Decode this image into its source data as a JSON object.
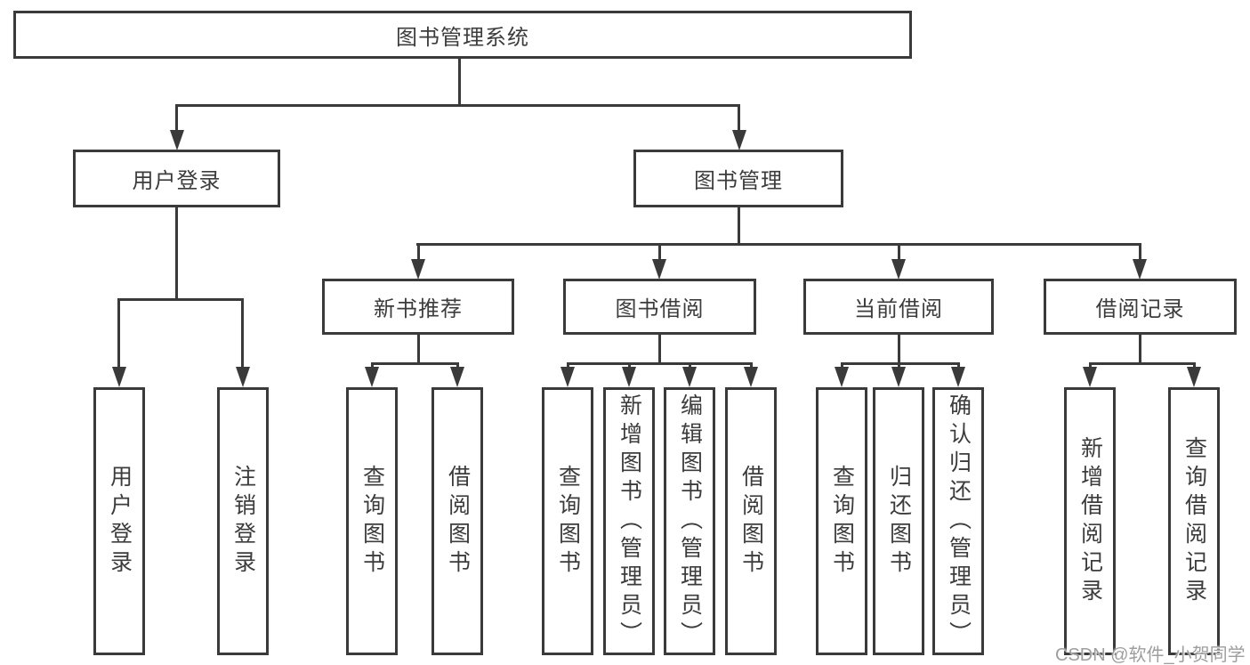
{
  "root": {
    "label": "图书管理系统"
  },
  "level2": [
    {
      "label": "用户登录"
    },
    {
      "label": "图书管理"
    }
  ],
  "level3": [
    {
      "label": "新书推荐"
    },
    {
      "label": "图书借阅"
    },
    {
      "label": "当前借阅"
    },
    {
      "label": "借阅记录"
    }
  ],
  "leaves": {
    "user_login": [
      {
        "label": "用户登录"
      },
      {
        "label": "注销登录"
      }
    ],
    "new_books": [
      {
        "label": "查询图书"
      },
      {
        "label": "借阅图书"
      }
    ],
    "book_borrow": [
      {
        "label": "查询图书"
      },
      {
        "label": "新增图书（管理员）"
      },
      {
        "label": "编辑图书（管理员）"
      },
      {
        "label": "借阅图书"
      }
    ],
    "current_borrow": [
      {
        "label": "查询图书"
      },
      {
        "label": "归还图书"
      },
      {
        "label": "确认归还（管理员）"
      }
    ],
    "borrow_records": [
      {
        "label": "新增借阅记录"
      },
      {
        "label": "查询借阅记录"
      }
    ]
  },
  "watermark": {
    "text": "CSDN @软件_小贺同学"
  },
  "colors": {
    "line": "#3a3a3a",
    "text": "#3c3c3c",
    "watermark": "#9e9e9e",
    "background": "#ffffff"
  }
}
